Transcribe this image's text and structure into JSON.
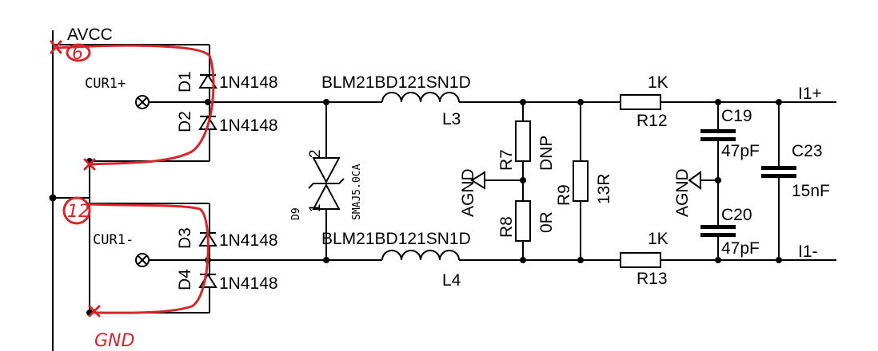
{
  "nets": {
    "avcc": "AVCC",
    "agnd_top": "AGND",
    "agnd_right": "AGND",
    "i1_plus": "I1+",
    "i1_minus": "I1-"
  },
  "connectors": {
    "cur1_plus": "CUR1+",
    "cur1_minus": "CUR1-"
  },
  "diodes": [
    {
      "ref": "D1",
      "value": "1N4148"
    },
    {
      "ref": "D2",
      "value": "1N4148"
    },
    {
      "ref": "D3",
      "value": "1N4148"
    },
    {
      "ref": "D4",
      "value": "1N4148"
    }
  ],
  "tvs": {
    "ref": "D9",
    "value": "SMAJ5.0CA",
    "pin1": "1",
    "pin2": "2"
  },
  "inductors": [
    {
      "ref": "L3",
      "value": "BLM21BD121SN1D"
    },
    {
      "ref": "L4",
      "value": "BLM21BD121SN1D"
    }
  ],
  "resistors": [
    {
      "ref": "R7",
      "value": "DNP"
    },
    {
      "ref": "R8",
      "value": "0R"
    },
    {
      "ref": "R9",
      "value": "13R"
    },
    {
      "ref": "R12",
      "value": "1K"
    },
    {
      "ref": "R13",
      "value": "1K"
    }
  ],
  "capacitors": [
    {
      "ref": "C19",
      "value": "47pF"
    },
    {
      "ref": "C20",
      "value": "47pF"
    },
    {
      "ref": "C23",
      "value": "15nF"
    }
  ],
  "annotations": {
    "top_mark": "6",
    "mid_mark": "12",
    "gnd_mark": "GND",
    "color": "#d6262c"
  }
}
